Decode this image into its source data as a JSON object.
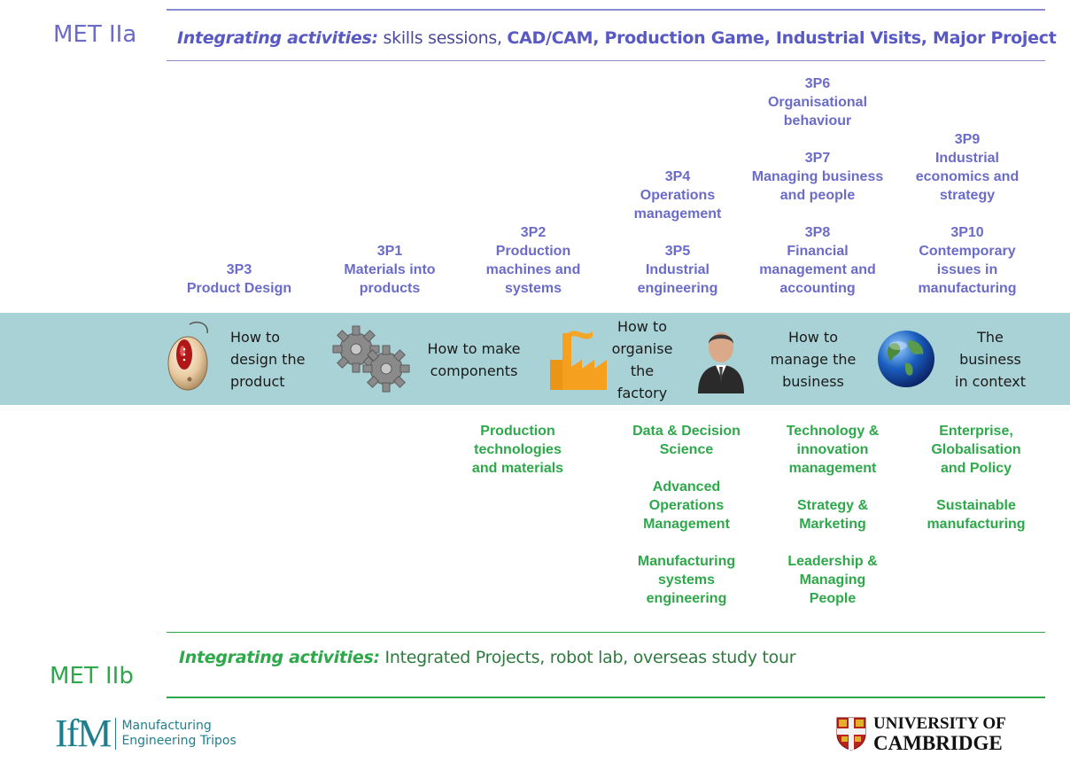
{
  "met_a": {
    "label": "MET IIa",
    "integrating_label": "Integrating  activities",
    "integrating_items": "skills sessions, ",
    "integrating_bold": "CAD/CAM, Production Game, Industrial Visits, Major Project"
  },
  "modules": {
    "col1": [
      "3P3",
      "Product Design"
    ],
    "col2": [
      "3P1",
      "Materials into",
      "products"
    ],
    "col3": [
      "3P2",
      "Production",
      "machines and",
      "systems"
    ],
    "col4a": [
      "3P4",
      "Operations",
      "management"
    ],
    "col4b": [
      "3P5",
      "Industrial",
      "engineering"
    ],
    "col5a": [
      "3P6",
      "Organisational",
      "behaviour"
    ],
    "col5b": [
      "3P7",
      "Managing business",
      "and people"
    ],
    "col5c": [
      "3P8",
      "Financial",
      "management and",
      "accounting"
    ],
    "col6a": [
      "3P9",
      "Industrial",
      "economics and",
      "strategy"
    ],
    "col6b": [
      "3P10",
      "Contemporary",
      "issues in",
      "manufacturing"
    ]
  },
  "band": {
    "captions": [
      [
        "How to",
        "design the",
        "product"
      ],
      [
        "How to make",
        "components"
      ],
      [
        "How to",
        "organise",
        "the",
        "factory"
      ],
      [
        "How to",
        "manage the",
        "business"
      ],
      [
        "The",
        "business",
        "in context"
      ]
    ],
    "icons": [
      "computer-mouse-icon",
      "gears-icon",
      "factory-icon",
      "businessman-icon",
      "globe-icon"
    ]
  },
  "met_b_modules": {
    "col3": [
      "Production",
      "technologies",
      "and materials"
    ],
    "col4a": [
      "Data & Decision",
      "Science"
    ],
    "col4b": [
      "Advanced",
      "Operations",
      "Management"
    ],
    "col4c": [
      "Manufacturing",
      "systems",
      "engineering"
    ],
    "col5a": [
      "Technology &",
      "innovation",
      "management"
    ],
    "col5b": [
      "Strategy &",
      "Marketing"
    ],
    "col5c": [
      "Leadership &",
      "Managing",
      "People"
    ],
    "col6a": [
      "Enterprise,",
      "Globalisation",
      "and Policy"
    ],
    "col6b": [
      "Sustainable",
      "manufacturing"
    ]
  },
  "met_b": {
    "label": "MET IIb",
    "integrating_label": "Integrating  activities",
    "integrating_items": "Integrated Projects, ",
    "integrating_rest": "robot lab,  overseas study tour"
  },
  "footer": {
    "ifm_mark": "IfM",
    "ifm_line1": "Manufacturing",
    "ifm_line2": "Engineering Tripos",
    "cam_line1": "UNIVERSITY OF",
    "cam_line2": "CAMBRIDGE"
  },
  "colors": {
    "met_a": "#6b6bc9",
    "met_b": "#2ea84a",
    "band": "#a8d2d6"
  }
}
